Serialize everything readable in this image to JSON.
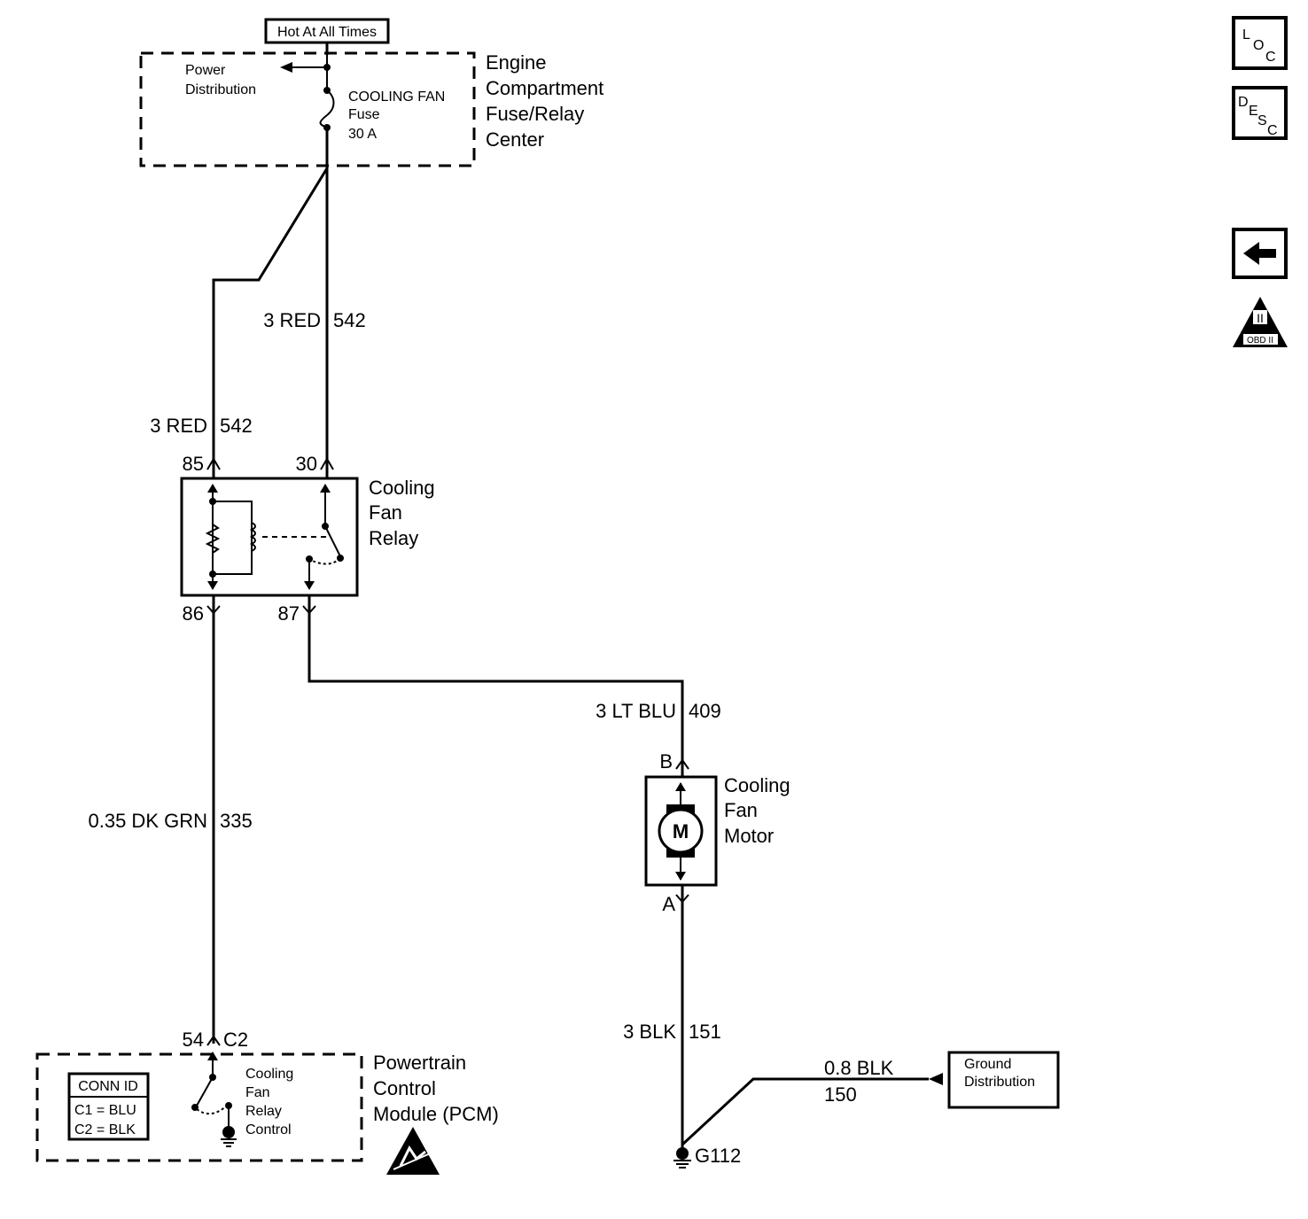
{
  "power": {
    "hot_label": "Hot At All Times",
    "distribution_line1": "Power",
    "distribution_line2": "Distribution",
    "fuse_name": "COOLING FAN",
    "fuse_word": "Fuse",
    "fuse_rating": "30 A",
    "center_line1": "Engine",
    "center_line2": "Compartment",
    "center_line3": "Fuse/Relay",
    "center_line4": "Center"
  },
  "wires": {
    "red_upper_gauge": "3 RED",
    "red_upper_circuit": "542",
    "red_lower_gauge": "3 RED",
    "red_lower_circuit": "542",
    "dkgrn_gauge": "0.35 DK GRN",
    "dkgrn_circuit": "335",
    "ltblu_gauge": "3 LT BLU",
    "ltblu_circuit": "409",
    "blk_gauge": "3 BLK",
    "blk_circuit": "151",
    "gnd_gauge": "0.8 BLK",
    "gnd_circuit": "150"
  },
  "relay": {
    "line1": "Cooling",
    "line2": "Fan",
    "line3": "Relay",
    "pin85": "85",
    "pin30": "30",
    "pin86": "86",
    "pin87": "87"
  },
  "motor": {
    "line1": "Cooling",
    "line2": "Fan",
    "line3": "Motor",
    "symbol": "M",
    "pinB": "B",
    "pinA": "A"
  },
  "ground": {
    "id": "G112",
    "dist_line1": "Ground",
    "dist_line2": "Distribution"
  },
  "pcm": {
    "pin": "54",
    "connector": "C2",
    "conn_id_title": "CONN ID",
    "conn_c1": "C1 = BLU",
    "conn_c2": "C2 = BLK",
    "control_line1": "Cooling",
    "control_line2": "Fan",
    "control_line3": "Relay",
    "control_line4": "Control",
    "name_line1": "Powertrain",
    "name_line2": "Control",
    "name_line3": "Module (PCM)"
  },
  "nav": {
    "loc_l": "L",
    "loc_o": "O",
    "loc_c": "C",
    "desc_d": "D",
    "desc_e": "E",
    "desc_s": "S",
    "desc_c": "C",
    "obd_label": "OBD II",
    "obd_numeral": "II"
  },
  "icons": [
    "back-arrow-icon",
    "obd-ii-icon",
    "esd-warning-icon",
    "ground-icon",
    "motor-icon",
    "fuse-icon"
  ]
}
